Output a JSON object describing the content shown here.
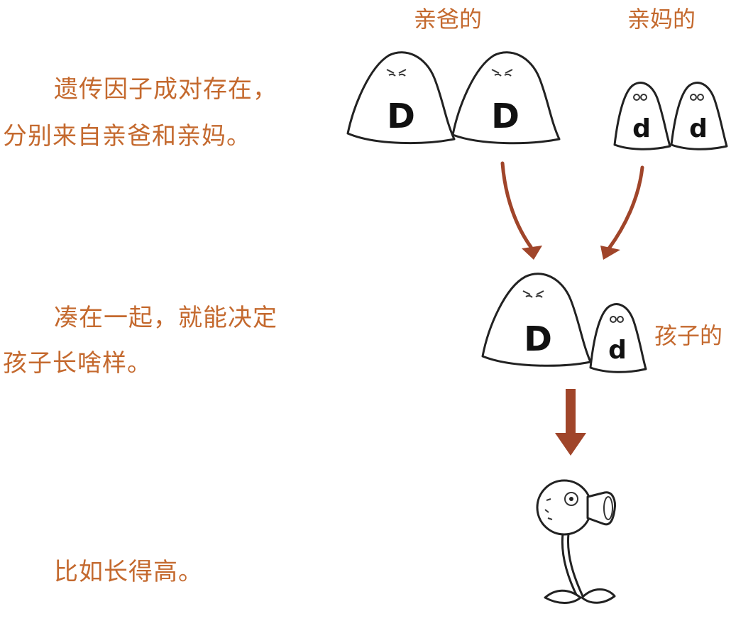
{
  "colors": {
    "text": "#c4692e",
    "arrow": "#a0452a",
    "ink": "#222222"
  },
  "labels": {
    "dad": "亲爸的",
    "mom": "亲妈的",
    "child": "孩子的"
  },
  "paragraphs": {
    "p1_line1": "遗传因子成对存在，",
    "p1_line2": "分别来自亲爸和亲妈。",
    "p2_line1": "凑在一起，就能决定",
    "p2_line2": "孩子长啥样。",
    "p3_line1": "比如长得高。"
  },
  "factors": {
    "dad_1": "D",
    "dad_2": "D",
    "mom_1": "d",
    "mom_2": "d",
    "child_1": "D",
    "child_2": "d"
  },
  "icons": {
    "ghost": "ghost-factor-icon",
    "plant": "peashooter-plant-icon"
  }
}
